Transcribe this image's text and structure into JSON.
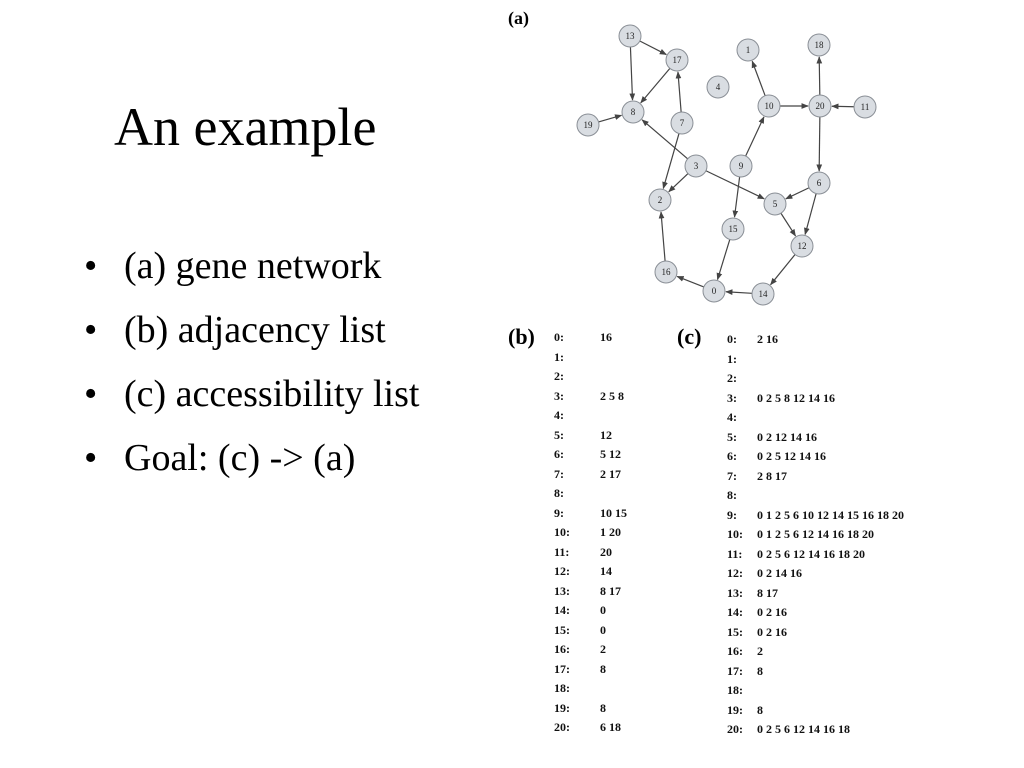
{
  "slide": {
    "title": "An example",
    "bullets": [
      "(a) gene network",
      "(b) adjacency list",
      "(c) accessibility list",
      "Goal: (c) -> (a)"
    ],
    "bullet_symbol": "•"
  },
  "panels": {
    "a_label": "(a)",
    "b_label": "(b)",
    "c_label": "(c)"
  },
  "graph": {
    "nodes": [
      "0",
      "1",
      "2",
      "3",
      "4",
      "5",
      "6",
      "7",
      "8",
      "9",
      "10",
      "11",
      "12",
      "13",
      "14",
      "15",
      "16",
      "17",
      "18",
      "19",
      "20"
    ],
    "edges": [
      [
        "0",
        "16"
      ],
      [
        "3",
        "2"
      ],
      [
        "3",
        "5"
      ],
      [
        "3",
        "8"
      ],
      [
        "5",
        "12"
      ],
      [
        "6",
        "5"
      ],
      [
        "6",
        "12"
      ],
      [
        "7",
        "2"
      ],
      [
        "7",
        "17"
      ],
      [
        "9",
        "10"
      ],
      [
        "9",
        "15"
      ],
      [
        "10",
        "1"
      ],
      [
        "10",
        "20"
      ],
      [
        "11",
        "20"
      ],
      [
        "12",
        "14"
      ],
      [
        "13",
        "8"
      ],
      [
        "13",
        "17"
      ],
      [
        "14",
        "0"
      ],
      [
        "15",
        "0"
      ],
      [
        "16",
        "2"
      ],
      [
        "17",
        "8"
      ],
      [
        "19",
        "8"
      ],
      [
        "20",
        "6"
      ],
      [
        "20",
        "18"
      ]
    ],
    "node_color": "#d9dde2",
    "edge_color": "#444444"
  },
  "adjacency_list": [
    {
      "key": "0:",
      "value": "16"
    },
    {
      "key": "1:",
      "value": ""
    },
    {
      "key": "2:",
      "value": ""
    },
    {
      "key": "3:",
      "value": "2 5 8"
    },
    {
      "key": "4:",
      "value": ""
    },
    {
      "key": "5:",
      "value": "12"
    },
    {
      "key": "6:",
      "value": "5 12"
    },
    {
      "key": "7:",
      "value": "2 17"
    },
    {
      "key": "8:",
      "value": ""
    },
    {
      "key": "9:",
      "value": "10 15"
    },
    {
      "key": "10:",
      "value": "1 20"
    },
    {
      "key": "11:",
      "value": "20"
    },
    {
      "key": "12:",
      "value": "14"
    },
    {
      "key": "13:",
      "value": "8 17"
    },
    {
      "key": "14:",
      "value": "0"
    },
    {
      "key": "15:",
      "value": "0"
    },
    {
      "key": "16:",
      "value": "2"
    },
    {
      "key": "17:",
      "value": "8"
    },
    {
      "key": "18:",
      "value": ""
    },
    {
      "key": "19:",
      "value": "8"
    },
    {
      "key": "20:",
      "value": "6 18"
    }
  ],
  "accessibility_list": [
    {
      "key": "0:",
      "value": "2 16"
    },
    {
      "key": "1:",
      "value": ""
    },
    {
      "key": "2:",
      "value": ""
    },
    {
      "key": "3:",
      "value": "0 2 5 8 12 14 16"
    },
    {
      "key": "4:",
      "value": ""
    },
    {
      "key": "5:",
      "value": "0 2 12 14 16"
    },
    {
      "key": "6:",
      "value": "0 2 5 12 14 16"
    },
    {
      "key": "7:",
      "value": "2 8 17"
    },
    {
      "key": "8:",
      "value": ""
    },
    {
      "key": "9:",
      "value": "0 1 2 5 6 10 12 14 15 16 18 20"
    },
    {
      "key": "10:",
      "value": "0 1 2 5 6 12 14 16 18 20"
    },
    {
      "key": "11:",
      "value": "0 2 5 6 12 14 16 18 20"
    },
    {
      "key": "12:",
      "value": "0 2 14 16"
    },
    {
      "key": "13:",
      "value": "8 17"
    },
    {
      "key": "14:",
      "value": "0 2 16"
    },
    {
      "key": "15:",
      "value": "0 2 16"
    },
    {
      "key": "16:",
      "value": "2"
    },
    {
      "key": "17:",
      "value": "8"
    },
    {
      "key": "18:",
      "value": ""
    },
    {
      "key": "19:",
      "value": "8"
    },
    {
      "key": "20:",
      "value": "0 2 5 6 12 14 16 18"
    }
  ]
}
